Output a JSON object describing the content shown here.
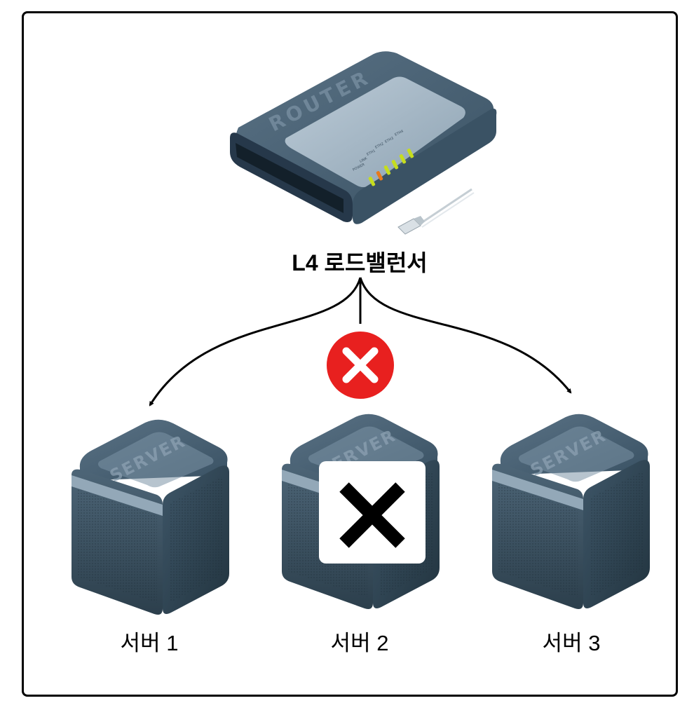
{
  "load_balancer": {
    "label": "L4 로드밸런서",
    "device_text": "ROUTER",
    "port_labels": [
      "POWER",
      "LINK",
      "ETH1",
      "ETH2",
      "ETH3",
      "ETH4"
    ]
  },
  "servers": [
    {
      "label": "서버 1",
      "device_text": "SERVER",
      "status": "ok"
    },
    {
      "label": "서버 2",
      "device_text": "SERVER",
      "status": "failed"
    },
    {
      "label": "서버 3",
      "device_text": "SERVER",
      "status": "ok"
    }
  ],
  "colors": {
    "device_dark": "#2e4454",
    "device_mid": "#6a8296",
    "device_light": "#a9bccb",
    "error_red": "#e8201f",
    "led_green": "#c6dd1e",
    "led_orange": "#e87a1c"
  },
  "icons": {
    "blocked_route": "red-circle-x-icon",
    "failed_server": "black-x-icon"
  }
}
